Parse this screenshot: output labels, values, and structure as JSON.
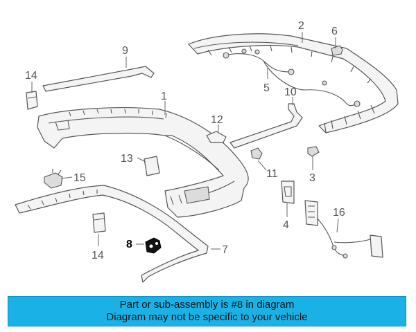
{
  "callouts": {
    "c1": "1",
    "c2": "2",
    "c3": "3",
    "c4": "4",
    "c5": "5",
    "c6": "6",
    "c7": "7",
    "c8": "8",
    "c9": "9",
    "c10": "10",
    "c11": "11",
    "c12": "12",
    "c13": "13",
    "c14a": "14",
    "c14b": "14",
    "c15": "15",
    "c16": "16"
  },
  "highlighted_part": "8",
  "banner": {
    "line1": "Part or sub-assembly is #8 in diagram",
    "line2": "Diagram may not be specific to your vehicle",
    "background": "#1ab1e6"
  }
}
